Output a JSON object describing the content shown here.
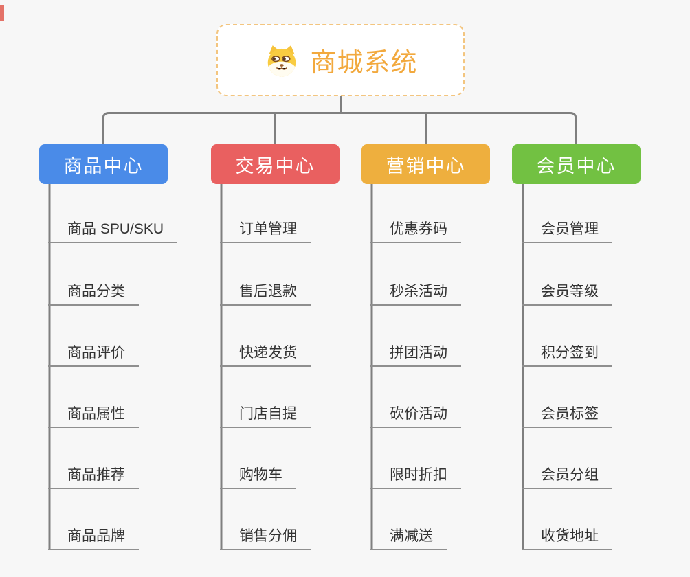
{
  "root": {
    "title": "商城系统"
  },
  "branches": [
    {
      "label": "商品中心",
      "color": "#4A8BE8",
      "items": [
        "商品 SPU/SKU",
        "商品分类",
        "商品评价",
        "商品属性",
        "商品推荐",
        "商品品牌"
      ]
    },
    {
      "label": "交易中心",
      "color": "#E96060",
      "items": [
        "订单管理",
        "售后退款",
        "快递发货",
        "门店自提",
        "购物车",
        "销售分佣"
      ]
    },
    {
      "label": "营销中心",
      "color": "#EEAF3E",
      "items": [
        "优惠券码",
        "秒杀活动",
        "拼团活动",
        "砍价活动",
        "限时折扣",
        "满减送"
      ]
    },
    {
      "label": "会员中心",
      "color": "#72C142",
      "items": [
        "会员管理",
        "会员等级",
        "积分签到",
        "会员标签",
        "会员分组",
        "收货地址"
      ]
    }
  ],
  "icons": {
    "root_icon": "shiba-dog-icon"
  },
  "colors": {
    "background": "#F7F7F7",
    "connector": "#7F7F7F",
    "leaf_underline": "#8F8F8F",
    "leaf_text": "#333333",
    "root_text": "#F2A93E",
    "root_border": "#F3C57F",
    "root_background": "#FFFFFF"
  }
}
